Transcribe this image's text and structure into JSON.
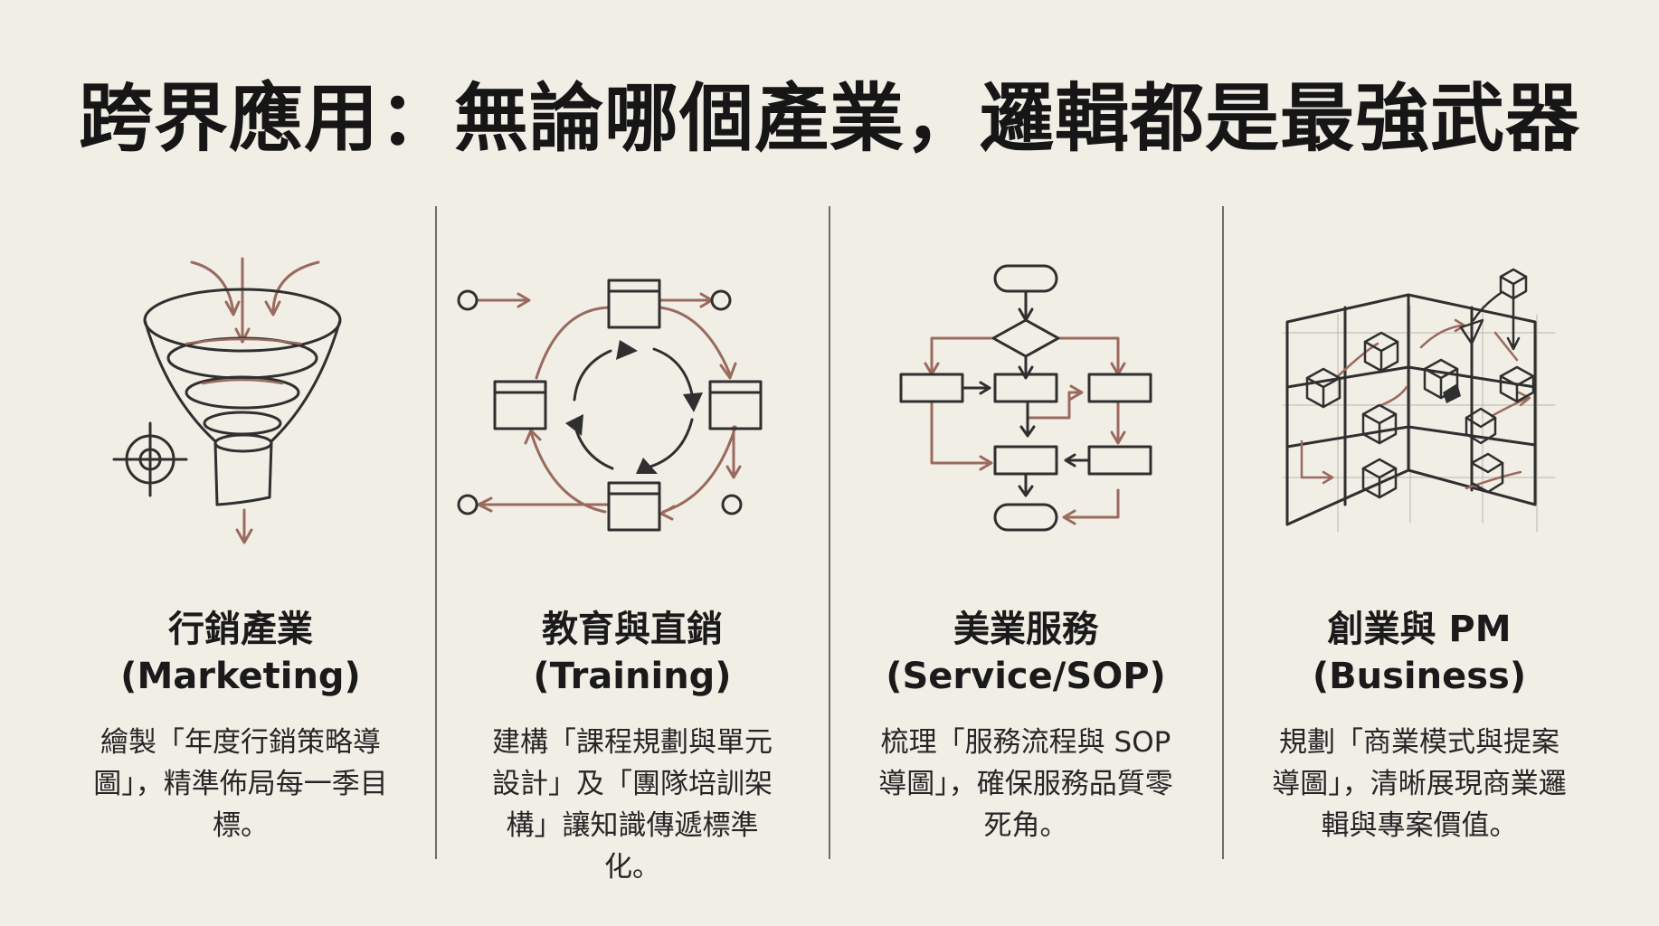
{
  "title": "跨界應用：無論哪個產業，邏輯都是最強武器",
  "columns": [
    {
      "title_line1": "行銷產業",
      "title_line2": "(Marketing)",
      "description": "繪製「年度行銷策略導圖」，精準佈局每一季目標。",
      "icon": "funnel-icon"
    },
    {
      "title_line1": "教育與直銷",
      "title_line2": "(Training)",
      "description": "建構「課程規劃與單元設計」及「團隊培訓架構」讓知識傳遞標準化。",
      "icon": "cycle-diagram-icon"
    },
    {
      "title_line1": "美業服務",
      "title_line2": "(Service/SOP)",
      "description": "梳理「服務流程與 SOP 導圖」，確保服務品質零死角。",
      "icon": "flowchart-icon"
    },
    {
      "title_line1": "創業與 PM",
      "title_line2": "(Business)",
      "description": "規劃「商業模式與提案導圖」，清晰展現商業邏輯與專案價值。",
      "icon": "business-model-icon"
    }
  ],
  "colors": {
    "background": "#f1eee6",
    "ink": "#2f2f2f",
    "accent": "#9a6a5e",
    "divider": "#6f6c68"
  }
}
